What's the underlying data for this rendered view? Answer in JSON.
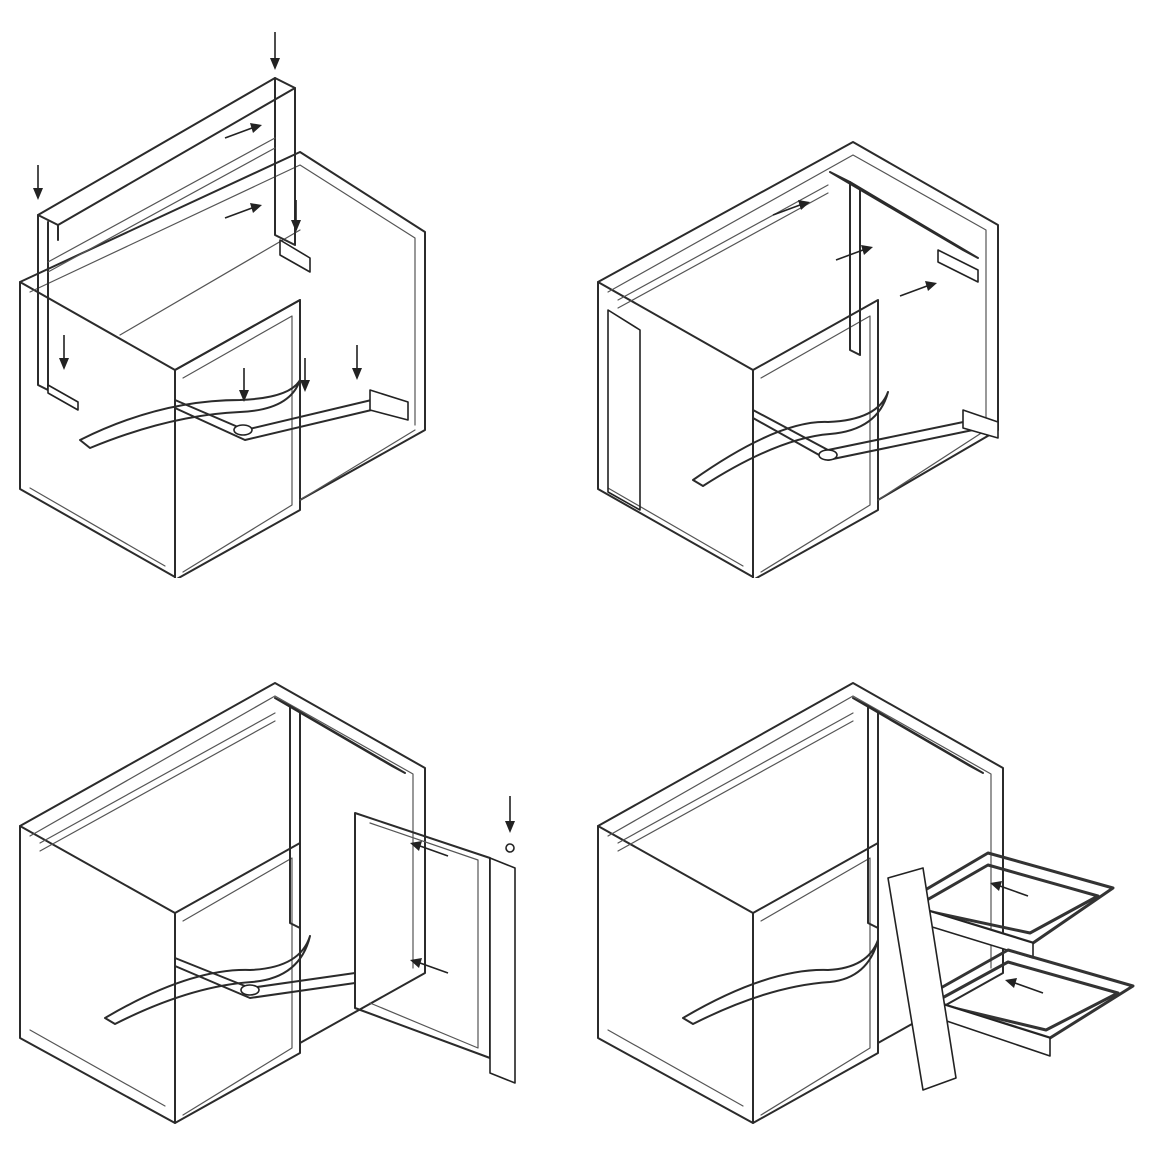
{
  "figure": {
    "kind": "assembly-instructions",
    "steps": [
      {
        "id": "step-1",
        "arrows": [
          "down",
          "down",
          "down",
          "down",
          "down",
          "down",
          "down",
          "right",
          "right"
        ]
      },
      {
        "id": "step-2",
        "arrows": [
          "right",
          "right",
          "right"
        ]
      },
      {
        "id": "step-3",
        "arrows": [
          "down",
          "left",
          "left"
        ]
      },
      {
        "id": "step-4",
        "arrows": [
          "left",
          "left"
        ]
      }
    ],
    "colors": {
      "line": "#2b2b2b",
      "background": "#ffffff"
    }
  }
}
